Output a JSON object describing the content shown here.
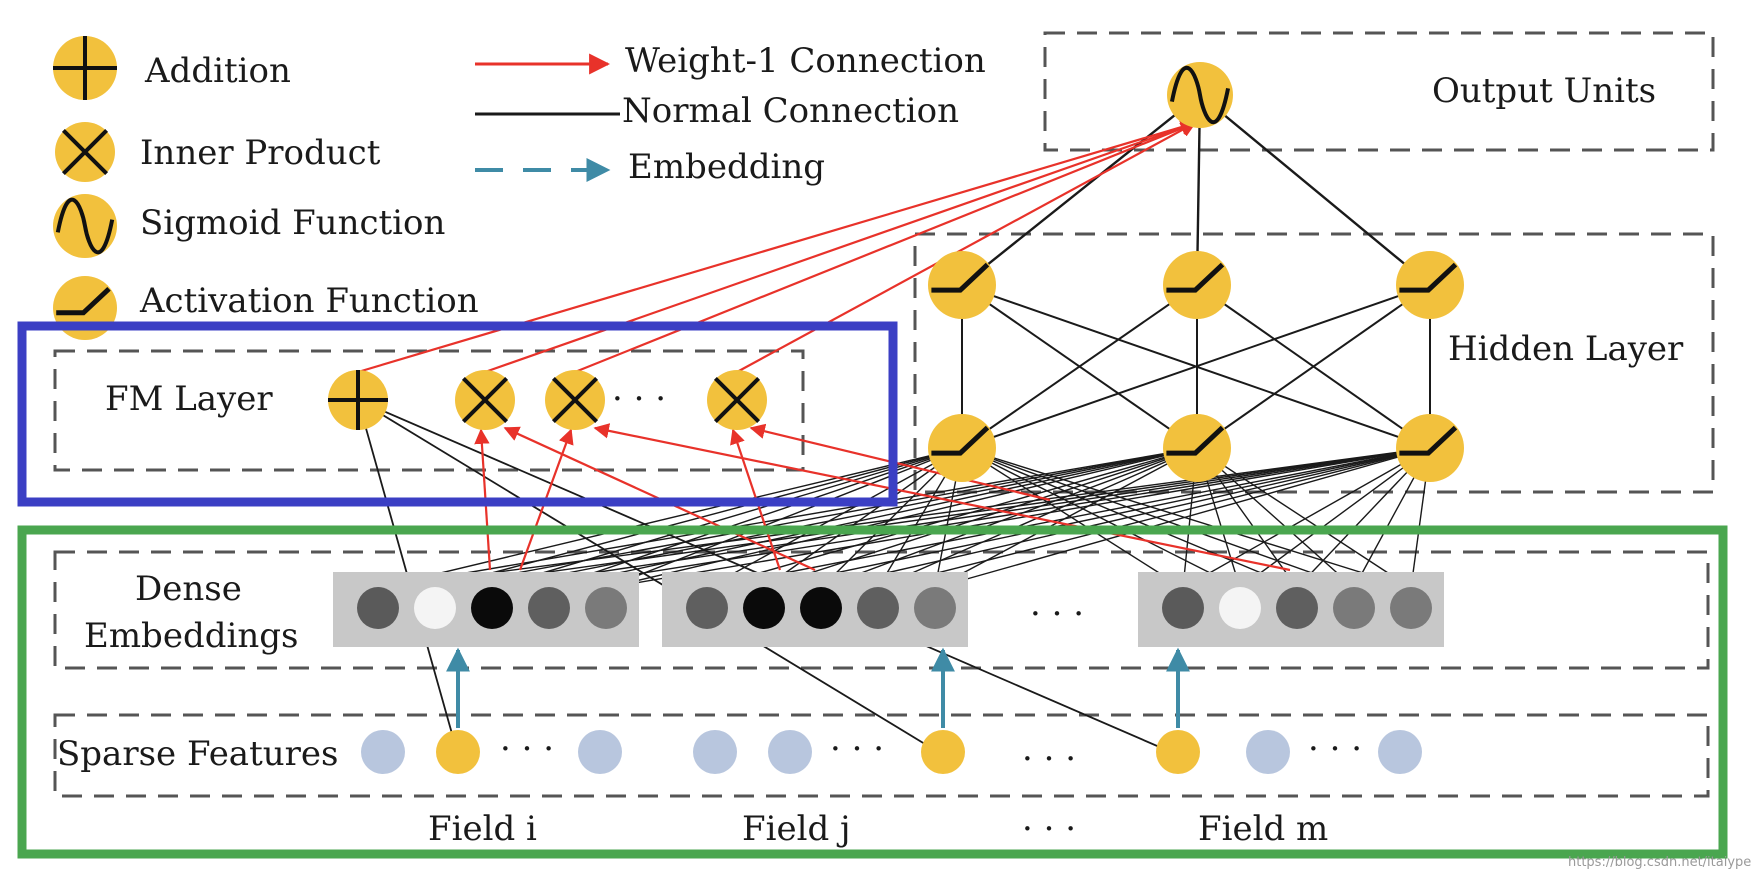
{
  "legend": {
    "addition": "Addition",
    "inner_product": "Inner Product",
    "sigmoid": "Sigmoid Function",
    "activation": "Activation Function",
    "weight1": "Weight-1 Connection",
    "normal": "Normal Connection",
    "embedding": "Embedding"
  },
  "labels": {
    "output_units": "Output Units",
    "hidden_layer": "Hidden Layer",
    "fm_layer": "FM Layer",
    "dense_line1": "Dense",
    "dense_line2": "Embeddings",
    "sparse_features": "Sparse Features",
    "field_i": "Field i",
    "field_j": "Field j",
    "field_m": "Field m",
    "ellipsis": "· · ·"
  },
  "watermark": "https://blog.csdn.net/itaiype",
  "colors": {
    "node_fill": "#f2c13d",
    "weight1_edge": "#e8322a",
    "normal_edge": "#1a1a1a",
    "embedding_arrow": "#3f8ba6",
    "highlight_fm": "#3b3fc4",
    "highlight_input": "#4aa64f",
    "sparse_inactive": "#b8c6de",
    "embed_block": "#c8c8c8",
    "dense_node_shades": [
      "#5a5a5a",
      "#f4f4f4",
      "#0a0a0a",
      "#5f5f5f",
      "#7a7a7a"
    ]
  },
  "embedding_groups": [
    {
      "shades": [
        0,
        1,
        2,
        3,
        4
      ]
    },
    {
      "shades": [
        3,
        2,
        2,
        3,
        4
      ]
    },
    {
      "shades": [
        0,
        1,
        3,
        4,
        4
      ]
    }
  ]
}
